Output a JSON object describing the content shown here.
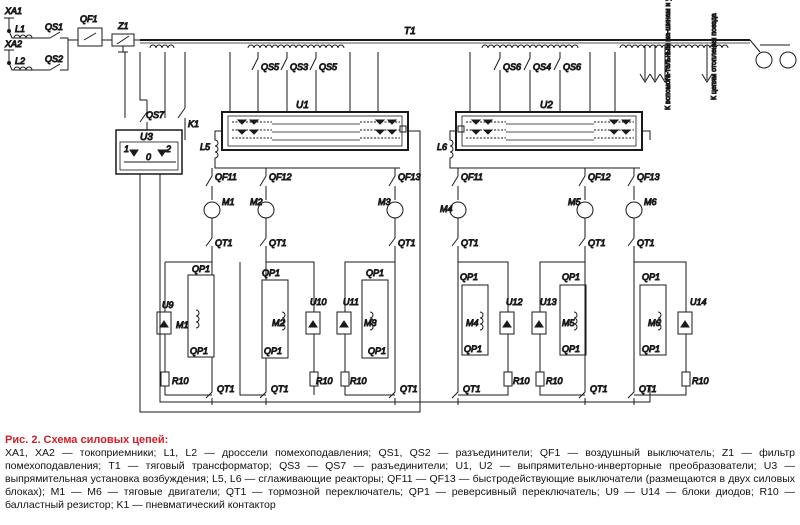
{
  "labels": {
    "XA1": "XA1",
    "XA2": "XA2",
    "L1": "L1",
    "L2": "L2",
    "QS1": "QS1",
    "QS2": "QS2",
    "QF1": "QF1",
    "Z1": "Z1",
    "T1": "T1",
    "QS3": "QS3",
    "QS4": "QS4",
    "QS5": "QS5",
    "QS6": "QS6",
    "QS7": "QS7",
    "U1": "U1",
    "U2": "U2",
    "U3": "U3",
    "K1": "K1",
    "L5": "L5",
    "L6": "L6",
    "QF11": "QF11",
    "QF12": "QF12",
    "QF13": "QF13",
    "M1": "M1",
    "M2": "M2",
    "M3": "M3",
    "M4": "M4",
    "M5": "M5",
    "M6": "M6",
    "QT1": "QT1",
    "QP1": "QP1",
    "U9": "U9",
    "U10": "U10",
    "U11": "U11",
    "U12": "U12",
    "U13": "U13",
    "U14": "U14",
    "R10": "R10",
    "u3_pin_1": "1",
    "u3_pin_2": "2",
    "u3_pin_0": "0",
    "aux_machines": "К вспомога-тельным ма-шинам и уст-ройствам",
    "heating": "К цепям отопления поезда"
  },
  "caption": {
    "title": "Рис. 2. Схема силовых цепей:",
    "body": "XA1, XA2 — токоприемники; L1, L2 — дроссели помехоподавления; QS1, QS2 — разъединители; QF1 — воздушный выключатель; Z1 — фильтр помехоподавления; T1 — тяговый трансформатор; QS3 — QS7 — разъединители; U1, U2 — выпрямительно-инверторные преобразователи; U3 — выпрямительная установка возбуждения; L5, L6 — сглаживающие реакторы; QF11 — QF13 — быстродействующие выключатели (размещаются в двух силовых блоках); M1 — M6 — тяговые двигатели; QT1 — тормозной переключатель; QP1 — реверсивный переключатель; U9 — U14 — блоки диодов; R10 — балластный резистор; K1 — пневматический контактор"
  }
}
